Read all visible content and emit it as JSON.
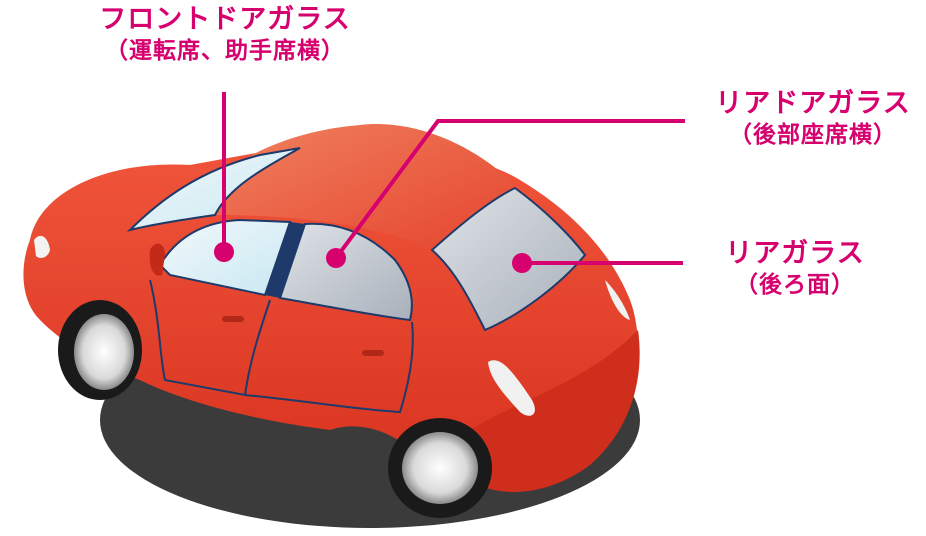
{
  "colors": {
    "accent": "#d6006e",
    "car_body": "#e8412c",
    "car_shadow": "#3b3b3b",
    "glass": "#c5cad1"
  },
  "labels": {
    "front_door_glass": {
      "title": "フロントドアガラス",
      "sub": "（運転席、助手席横）"
    },
    "rear_door_glass": {
      "title": "リアドアガラス",
      "sub": "（後部座席横）"
    },
    "rear_glass": {
      "title": "リアガラス",
      "sub": "（後ろ面）"
    }
  }
}
